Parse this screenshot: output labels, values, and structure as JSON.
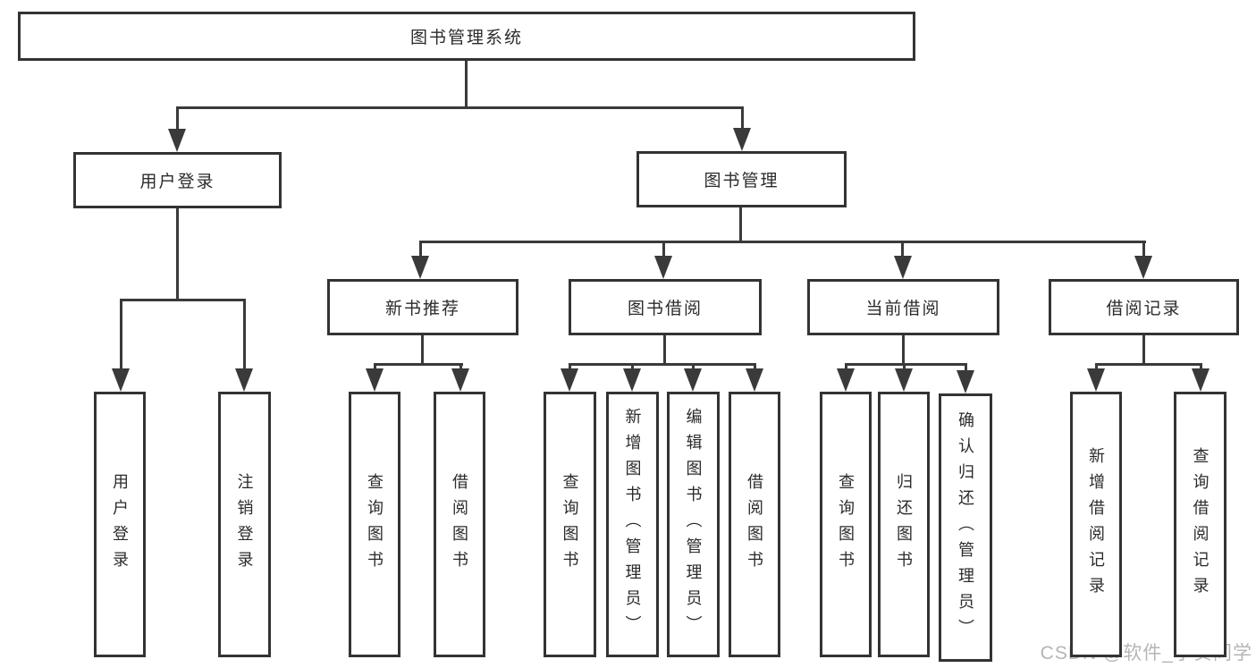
{
  "diagram": {
    "watermark": "CSDN @软件_小贺同学",
    "colors": {
      "background": "#ffffff",
      "line": "#3a3a3a",
      "box_border": "#333333",
      "text": "#2b2b2b",
      "watermark": "#b5b5b5"
    },
    "tree": {
      "id": "root",
      "label": "图书管理系统",
      "children": [
        {
          "id": "user-login",
          "label": "用户登录",
          "children": [
            {
              "id": "leaf-user-login",
              "label": "用户登录"
            },
            {
              "id": "leaf-logout",
              "label": "注销登录"
            }
          ]
        },
        {
          "id": "book-mgmt",
          "label": "图书管理",
          "children": [
            {
              "id": "new-book-rec",
              "label": "新书推荐",
              "children": [
                {
                  "id": "nr-query-book",
                  "label": "查询图书"
                },
                {
                  "id": "nr-borrow-book",
                  "label": "借阅图书"
                }
              ]
            },
            {
              "id": "book-borrow",
              "label": "图书借阅",
              "children": [
                {
                  "id": "bb-query-book",
                  "label": "查询图书"
                },
                {
                  "id": "bb-add-book",
                  "label": "新增图书（管理员）"
                },
                {
                  "id": "bb-edit-book",
                  "label": "编辑图书（管理员）"
                },
                {
                  "id": "bb-borrow-book",
                  "label": "借阅图书"
                }
              ]
            },
            {
              "id": "current-borrow",
              "label": "当前借阅",
              "children": [
                {
                  "id": "cb-query-book",
                  "label": "查询图书"
                },
                {
                  "id": "cb-return-book",
                  "label": "归还图书"
                },
                {
                  "id": "cb-confirm-return",
                  "label": "确认归还（管理员）"
                }
              ]
            },
            {
              "id": "borrow-record",
              "label": "借阅记录",
              "children": [
                {
                  "id": "br-add-record",
                  "label": "新增借阅记录"
                },
                {
                  "id": "br-query-record",
                  "label": "查询借阅记录"
                }
              ]
            }
          ]
        }
      ]
    }
  }
}
